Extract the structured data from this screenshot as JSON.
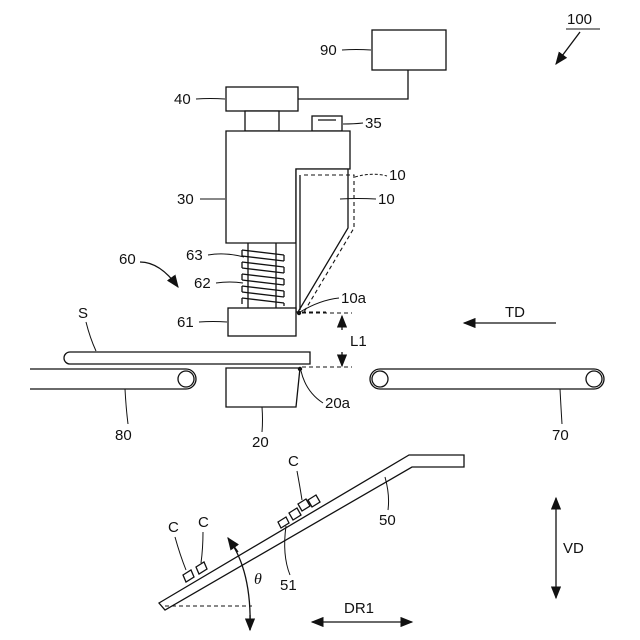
{
  "labels": {
    "system": "100",
    "controller": "90",
    "actuator": "40",
    "sensor": "35",
    "head_body": "30",
    "blade_dashed": "10",
    "blade": "10",
    "blade_tip": "10a",
    "spring_unit": "60",
    "spring_top": "63",
    "spring": "62",
    "presser": "61",
    "sheet": "S",
    "gap": "L1",
    "direction_td": "TD",
    "conveyor_in": "80",
    "conveyor_out": "70",
    "anvil": "20",
    "anvil_edge": "20a",
    "chute": "50",
    "chute_surface": "51",
    "chip_a": "C",
    "chip_b": "C",
    "chip_c": "C",
    "angle": "θ",
    "vertical_dir": "VD",
    "horizontal_dir": "DR1"
  }
}
